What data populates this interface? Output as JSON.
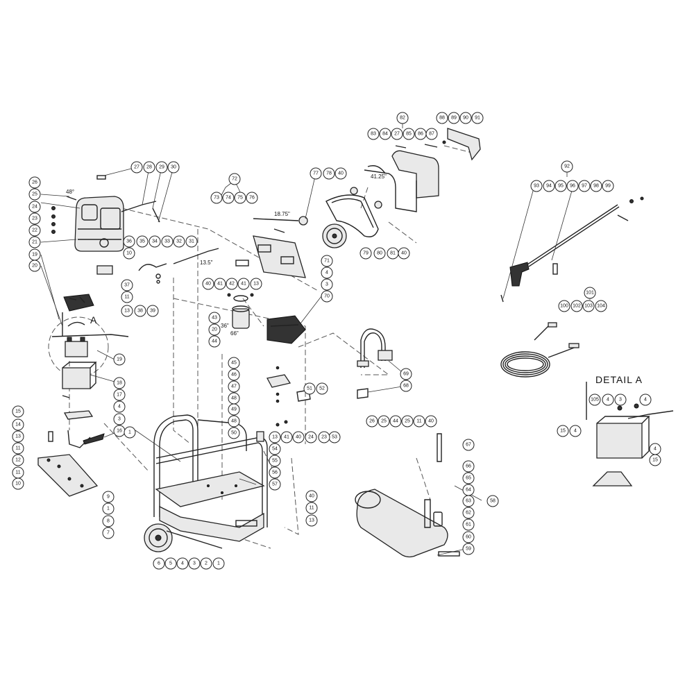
{
  "detail_title": "DETAIL  A",
  "detail_letter": "A",
  "dimensions": [
    {
      "id": "dim-48",
      "text": "48°"
    },
    {
      "id": "dim-13-5",
      "text": "13.5\""
    },
    {
      "id": "dim-18-75",
      "text": "18.75\""
    },
    {
      "id": "dim-41-25",
      "text": "41.25\""
    },
    {
      "id": "dim-36",
      "text": "36\""
    },
    {
      "id": "dim-66",
      "text": "66\""
    }
  ],
  "callouts": [
    "26",
    "25",
    "24",
    "23",
    "22",
    "21",
    "19",
    "20",
    "27",
    "28",
    "29",
    "30",
    "36",
    "35",
    "34",
    "33",
    "32",
    "31",
    "10",
    "37",
    "11",
    "13",
    "38",
    "39",
    "72",
    "73",
    "74",
    "75",
    "76",
    "71",
    "4",
    "3",
    "70",
    "77",
    "78",
    "40",
    "79",
    "80",
    "81",
    "40",
    "82",
    "83",
    "84",
    "27",
    "85",
    "86",
    "87",
    "88",
    "89",
    "90",
    "91",
    "92",
    "93",
    "94",
    "95",
    "96",
    "97",
    "98",
    "99",
    "40",
    "41",
    "42",
    "41",
    "13",
    "43",
    "20",
    "44",
    "101",
    "100",
    "102",
    "103",
    "104",
    "105",
    "4",
    "3",
    "4",
    "15",
    "4",
    "4",
    "15",
    "19",
    "18",
    "17",
    "4",
    "3",
    "16",
    "15",
    "14",
    "13",
    "11",
    "12",
    "11",
    "10",
    "45",
    "46",
    "47",
    "48",
    "49",
    "48",
    "50",
    "51",
    "52",
    "53",
    "24",
    "23",
    "40",
    "41",
    "13",
    "54",
    "55",
    "56",
    "57",
    "69",
    "68",
    "1",
    "9",
    "1",
    "8",
    "7",
    "6",
    "5",
    "4",
    "3",
    "2",
    "1",
    "26",
    "25",
    "44",
    "25",
    "11",
    "40",
    "67",
    "66",
    "65",
    "64",
    "63",
    "62",
    "61",
    "60",
    "59",
    "58",
    "40",
    "11",
    "13"
  ]
}
